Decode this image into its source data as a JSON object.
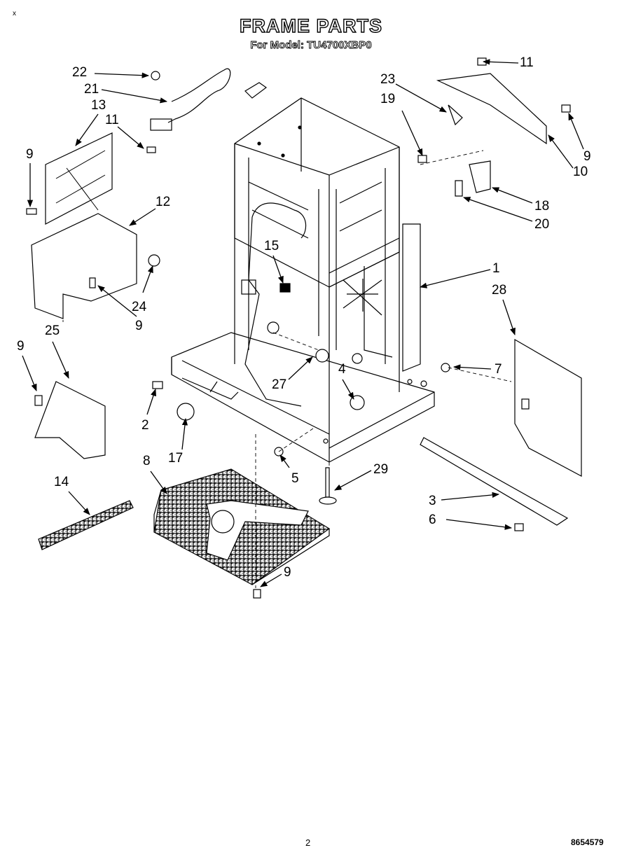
{
  "corner_mark": "x",
  "title": "FRAME PARTS",
  "subtitle": "For Model: TU4700XBP0",
  "callouts": {
    "c1": "1",
    "c2": "2",
    "c3": "3",
    "c4": "4",
    "c5": "5",
    "c6": "6",
    "c7": "7",
    "c8": "8",
    "c9a": "9",
    "c9b": "9",
    "c9c": "9",
    "c9d": "9",
    "c9e": "9",
    "c10": "10",
    "c11a": "11",
    "c11b": "11",
    "c12": "12",
    "c13": "13",
    "c14": "14",
    "c15": "15",
    "c17": "17",
    "c18": "18",
    "c19": "19",
    "c20": "20",
    "c21": "21",
    "c22": "22",
    "c23": "23",
    "c24": "24",
    "c25": "25",
    "c27": "27",
    "c28": "28",
    "c29": "29"
  },
  "footer": {
    "page_number": "2",
    "document_code": "8654579"
  }
}
